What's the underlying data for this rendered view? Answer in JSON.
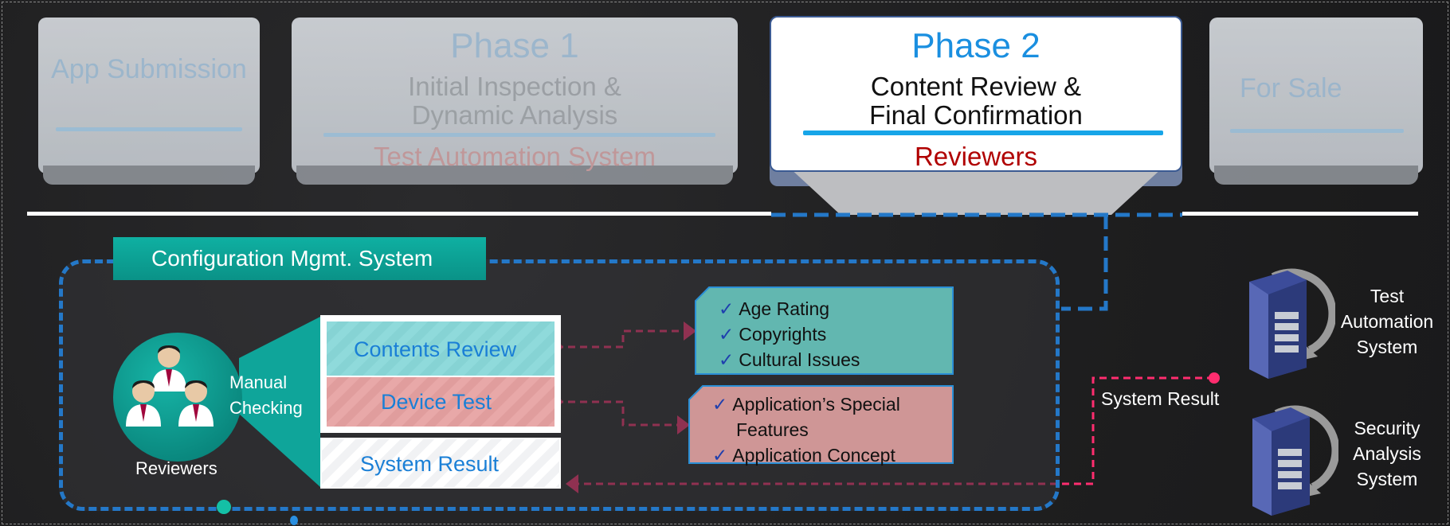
{
  "phases": {
    "app_submission": {
      "label": "App Submission"
    },
    "phase1": {
      "title": "Phase 1",
      "line1": "Initial Inspection &",
      "line2": "Dynamic Analysis",
      "system": "Test Automation System"
    },
    "phase2": {
      "title": "Phase 2",
      "line1": "Content Review &",
      "line2": "Final Confirmation",
      "system": "Reviewers"
    },
    "for_sale": {
      "label": "For Sale"
    }
  },
  "config_mgmt": {
    "label": "Configuration Mgmt. System"
  },
  "reviewers": {
    "label": "Reviewers",
    "manual_line1": "Manual",
    "manual_line2": "Checking"
  },
  "review_boxes": {
    "contents_review": "Contents Review",
    "device_test": "Device Test",
    "system_result": "System Result"
  },
  "content_checks": [
    "Age Rating",
    "Copyrights",
    "Cultural Issues"
  ],
  "device_checks": {
    "item1_line1": "Application’s Special",
    "item1_line2": "Features",
    "item2": "Application Concept"
  },
  "system_result_label": "System Result",
  "servers": [
    {
      "line1": "Test",
      "line2": "Automation",
      "line3": "System"
    },
    {
      "line1": "Security",
      "line2": "Analysis",
      "line3": "System"
    }
  ],
  "colors": {
    "phase2_blue": "#1a8fe0",
    "reviewers_red": "#b00000",
    "config_teal": "#0a9a90",
    "connector_pink": "#ff2d6f",
    "dash_blue": "#2478c8"
  }
}
